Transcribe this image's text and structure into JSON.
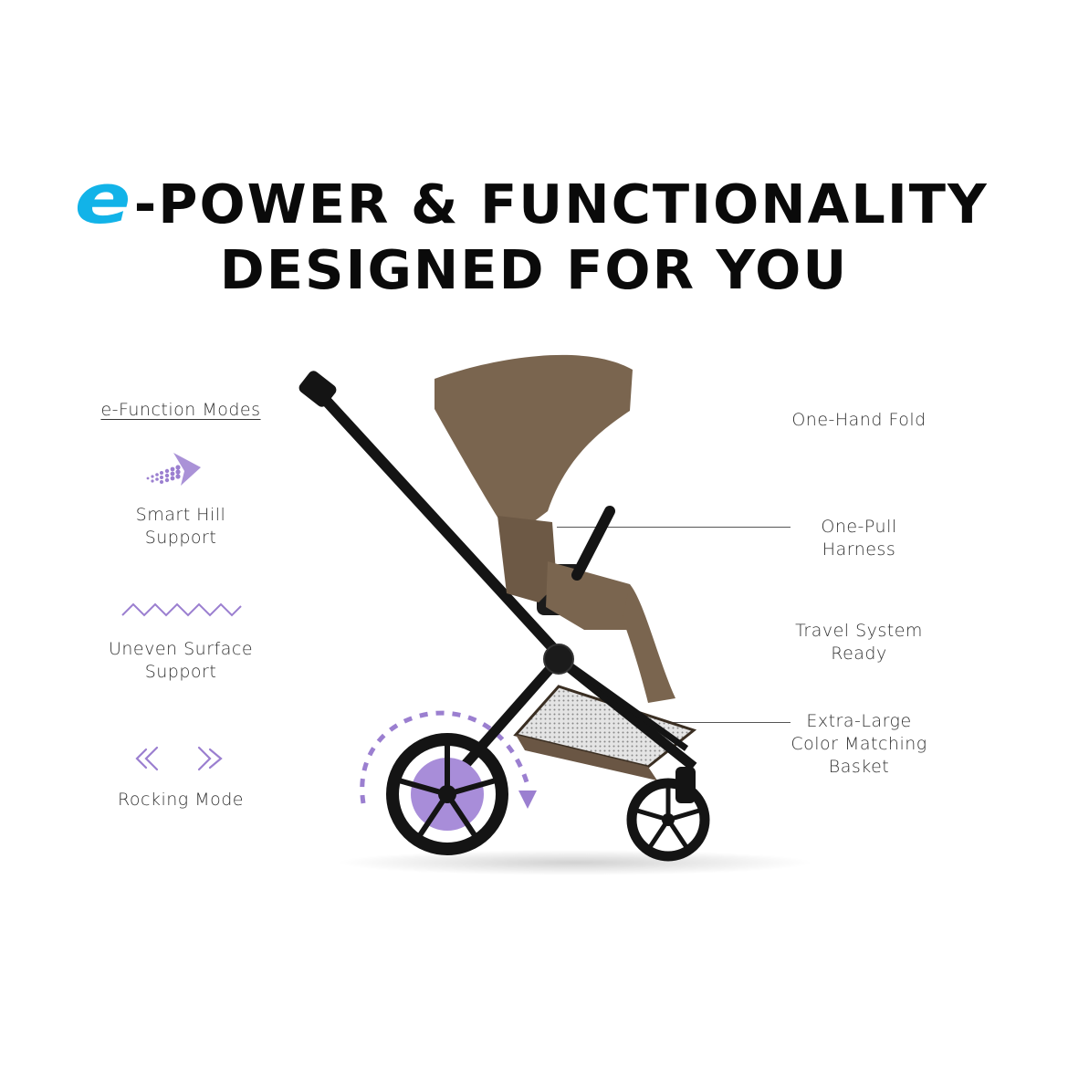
{
  "headline": {
    "e_logo": "e",
    "line1_rest": "-POWER & FUNCTIONALITY",
    "line2": "DESIGNED FOR YOU"
  },
  "left_features": {
    "section_title": "e-Function Modes",
    "smart_hill": {
      "line1": "Smart Hill",
      "line2": "Support"
    },
    "uneven_surface": {
      "line1": "Uneven Surface",
      "line2": "Support"
    },
    "rocking_mode": {
      "line1": "Rocking Mode"
    }
  },
  "right_features": {
    "one_hand_fold": {
      "line1": "One-Hand Fold"
    },
    "one_pull_harness": {
      "line1": "One-Pull",
      "line2": "Harness"
    },
    "travel_system": {
      "line1": "Travel System",
      "line2": "Ready"
    },
    "basket": {
      "line1": "Extra-Large",
      "line2": "Color Matching",
      "line3": "Basket"
    }
  },
  "colors": {
    "brand_blue": "#12b3e8",
    "accent_purple": "#9b7fd0",
    "fabric_brown": "#7a654f",
    "frame_black": "#141414"
  },
  "icons": {
    "smart_hill": "arrow-right-dotted-icon",
    "uneven_surface": "zigzag-icon",
    "rocking_mode": "chevrons-left-right-icon"
  }
}
